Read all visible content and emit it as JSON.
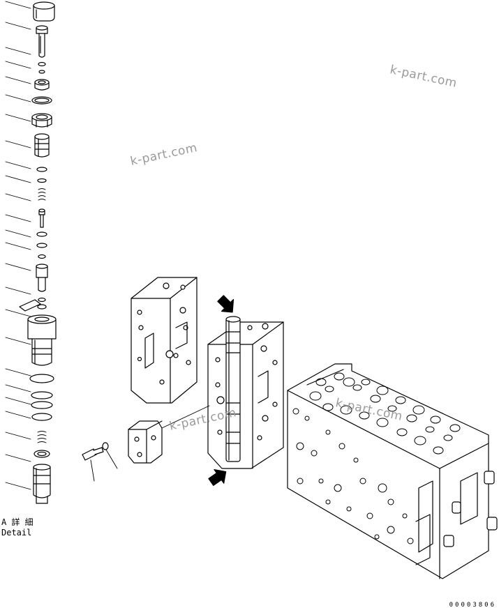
{
  "watermarks": [
    "k-part.com",
    "k-part.com",
    "k-part.com",
    "k-part.com"
  ],
  "detail": {
    "line1": "A 詳 細",
    "line2": "Detail"
  },
  "drawing_code": "00003806",
  "parts_column_count": 27
}
